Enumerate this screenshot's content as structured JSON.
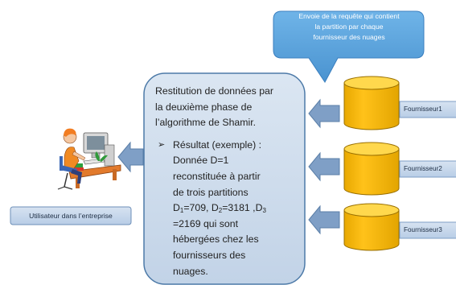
{
  "callout": {
    "lines": [
      "Envoie de la requête qui contient",
      "la partition  par chaque",
      "fournisseur des nuages"
    ]
  },
  "main_box": {
    "lines": [
      "Restitution de données par",
      "la deuxième phase de",
      "l’algorithme de Shamir."
    ],
    "result": {
      "line1": "Résultat (exemple) :",
      "line2": "Donnée D=1",
      "line3": "reconstituée à partir",
      "line4": "de trois partitions",
      "d1_prefix": "D",
      "d1_sub": "1",
      "d1_val": "=709, D",
      "d2_sub": "2",
      "d2_val": "=3181 ,D",
      "d3_sub": "3",
      "line6": "=2169 qui sont",
      "line7": "hébergées chez les",
      "line8": "fournisseurs des",
      "line9": "nuages."
    }
  },
  "user_label": "Utilisateur dans l’entreprise",
  "providers": [
    {
      "label": "Fournisseur1"
    },
    {
      "label": "Fournisseur2"
    },
    {
      "label": "Fournisseur3"
    }
  ],
  "colors": {
    "callout_fill": "#5aa3dc",
    "main_box_fill": "#c9d8ea",
    "main_box_stroke": "#4d7aa8",
    "arrow_fill": "#7f9fc6",
    "cylinder_fill": "#ffc000",
    "cylinder_top": "#ffd84d",
    "label_fill": "#c5d6ea"
  }
}
